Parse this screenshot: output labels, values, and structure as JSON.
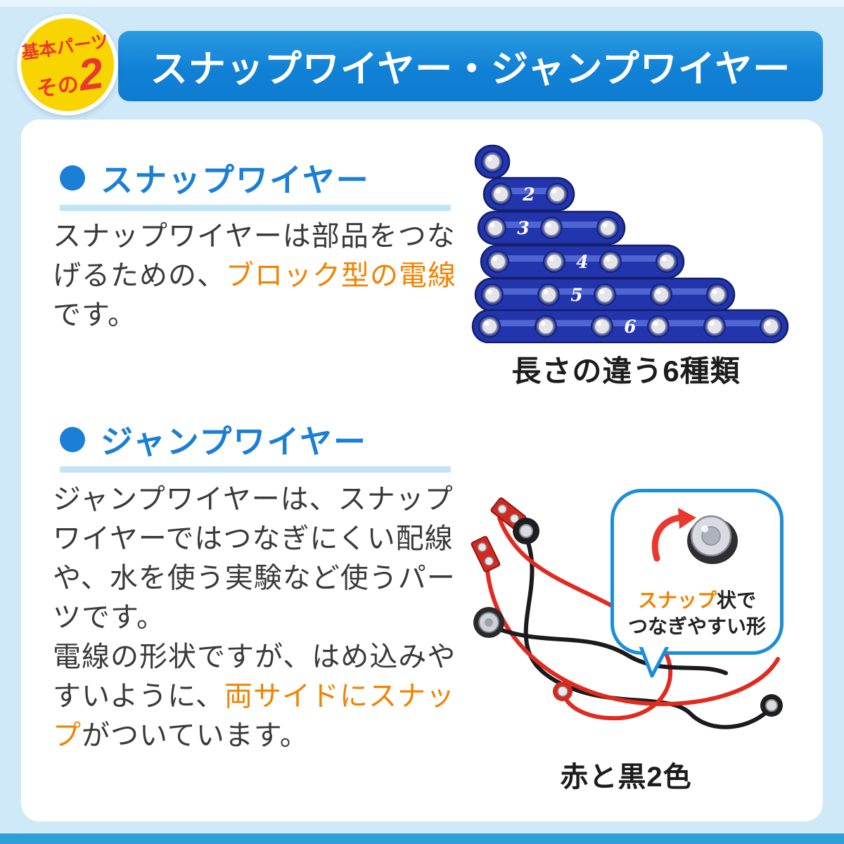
{
  "badge": {
    "line1": "基本パーツ",
    "line2_prefix": "その",
    "line2_number": "2"
  },
  "header": {
    "title": "スナップワイヤー・ジャンプワイヤー"
  },
  "snap": {
    "heading": "スナップワイヤー",
    "body_pre": "スナップワイヤーは部品をつなげるための、",
    "body_highlight": "ブロック型の電線",
    "body_post": "です。",
    "caption": "長さの違う6種類"
  },
  "jump": {
    "heading": "ジャンプワイヤー",
    "body_p1": "ジャンプワイヤーは、スナップワイヤーではつなぎにくい配線や、水を使う実験など使うパーツです。",
    "body_p2_pre": "電線の形状ですが、はめ込みやすいように、",
    "body_p2_highlight": "両サイドにスナップ",
    "body_p2_post": "がついています。",
    "bubble": {
      "highlight": "スナップ",
      "line1_rest": "状で",
      "line2": "つなぎやすい形"
    },
    "caption": "赤と黒2色"
  },
  "snap_figure": {
    "wires": [
      {
        "snaps": 1,
        "label": ""
      },
      {
        "snaps": 2,
        "label": "2"
      },
      {
        "snaps": 3,
        "label": "3"
      },
      {
        "snaps": 4,
        "label": "4"
      },
      {
        "snaps": 5,
        "label": "5"
      },
      {
        "snaps": 6,
        "label": "6"
      }
    ]
  },
  "colors": {
    "background": "#cfe9f8",
    "header_blue": "#1181d6",
    "heading_blue": "#1b7fd6",
    "accent_orange": "#f28200",
    "badge_yellow": "#f8d400",
    "badge_red": "#e8392e",
    "wire_blue": "#2335ad",
    "wire_red": "#df2b20",
    "wire_black": "#1b1b1d"
  }
}
